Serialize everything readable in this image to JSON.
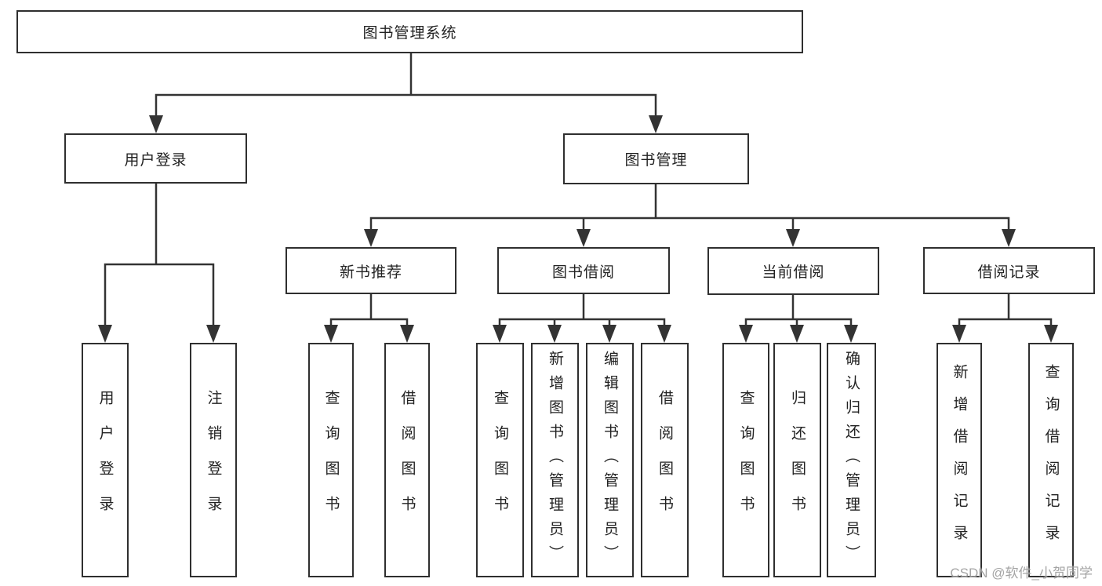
{
  "title": "图书管理系统",
  "branches": {
    "user": {
      "label": "用户登录",
      "children": [
        "用户登录",
        "注销登录"
      ]
    },
    "book": {
      "label": "图书管理",
      "groups": [
        {
          "label": "新书推荐",
          "children": [
            "查询图书",
            "借阅图书"
          ]
        },
        {
          "label": "图书借阅",
          "children": [
            "查询图书",
            "新增图书（管理员）",
            "编辑图书（管理员）",
            "借阅图书"
          ]
        },
        {
          "label": "当前借阅",
          "children": [
            "查询图书",
            "归还图书",
            "确认归还（管理员）"
          ]
        },
        {
          "label": "借阅记录",
          "children": [
            "新增借阅记录",
            "查询借阅记录"
          ]
        }
      ]
    }
  },
  "watermark": "CSDN @软件_小贺同学",
  "colors": {
    "line": "#333333",
    "box_border": "#2f2f2f",
    "box_fill": "#ffffff",
    "text": "#222222",
    "background": "#ffffff",
    "watermark": "#949494"
  }
}
